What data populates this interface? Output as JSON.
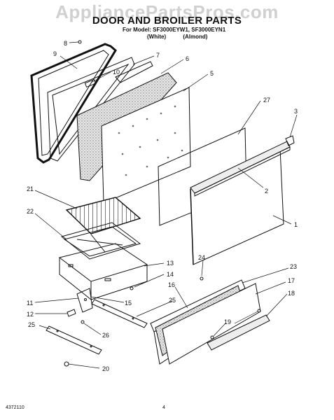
{
  "watermark": "AppliancePartsPros.com",
  "header": {
    "title": "DOOR AND BROILER PARTS",
    "model_line": "For Model: SF3000EYW1, SF3000EYN1",
    "color_white": "(White)",
    "color_almond": "(Almond)"
  },
  "footer": {
    "doc_number": "4372110",
    "page_number": "4"
  },
  "callouts": [
    "8",
    "9",
    "7",
    "10",
    "6",
    "5",
    "27",
    "3",
    "2",
    "1",
    "21",
    "22",
    "13",
    "14",
    "24",
    "23",
    "11",
    "15",
    "16",
    "17",
    "18",
    "12",
    "25",
    "19",
    "26",
    "25",
    "20"
  ],
  "colors": {
    "line": "#111111",
    "insulation": "#cfcfcf",
    "watermark": "#969696"
  }
}
